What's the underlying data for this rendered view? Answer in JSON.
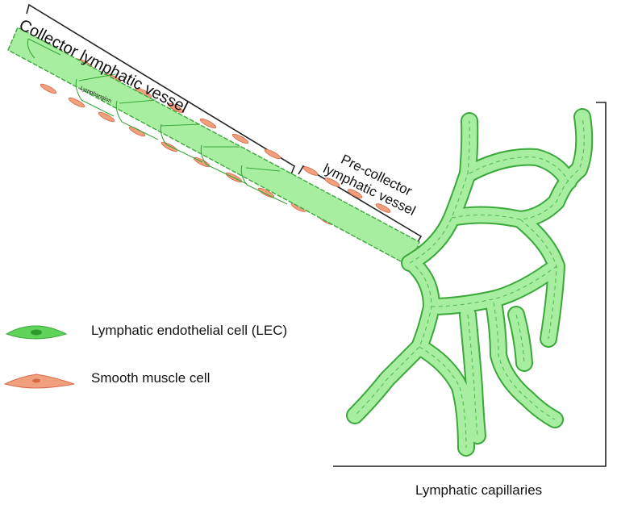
{
  "labels": {
    "collector": "Collector lymphatic vessel",
    "precollector": "Pre-collector lymphatic vessel",
    "lymphangion": "Lymphangion",
    "capillaries": "Lymphatic capillaries"
  },
  "legend": {
    "lec": "Lymphatic endothelial cell (LEC)",
    "smc": "Smooth muscle cell"
  },
  "colors": {
    "vessel_fill": "#a8eea0",
    "vessel_edge": "#3aa83a",
    "lec_cell": "#5fd35a",
    "lec_nucleus": "#2e9a2e",
    "smooth_muscle": "#f0a07e",
    "smooth_muscle_edge": "#d76a45",
    "bracket": "#222222"
  }
}
